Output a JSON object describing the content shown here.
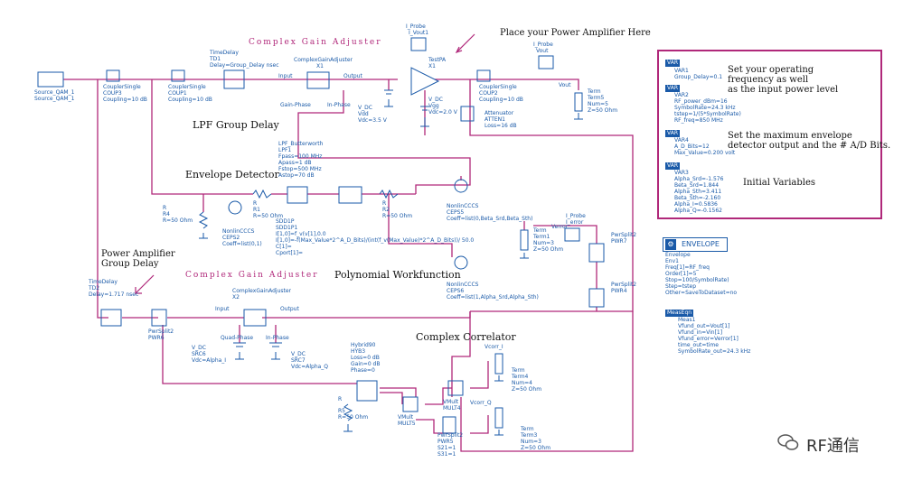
{
  "labels": {
    "cga_top_title": "Complex Gain Adjuster",
    "cga_bottom_title": "Complex Gain Adjuster",
    "place_pa": "Place your Power Amplifier Here",
    "lpf_group_delay": "LPF Group Delay",
    "envelope_detector": "Envelope Detector",
    "pa_group_delay_1": "Power Amplifier",
    "pa_group_delay_2": "Group Delay",
    "poly_workfunction": "Polynomial Workfunction",
    "complex_correlator": "Complex Correlator",
    "set_freq_1": "Set your operating",
    "set_freq_2": "frequency as well",
    "set_freq_3": "as the input power level",
    "set_env_1": "Set the maximum envelope",
    "set_env_2": "detector output and the # A/D Bits.",
    "initial_vars": "Initial    Variables"
  },
  "components": {
    "source": [
      "Source_QAM_1",
      "Source_QAM_1"
    ],
    "coupler1": [
      "CouplerSingle",
      "COUP3",
      "Coupling=10 dB"
    ],
    "coupler2": [
      "CouplerSingle",
      "COUP1",
      "Coupling=10 dB"
    ],
    "timedelay1": [
      "TimeDelay",
      "TD1",
      "Delay=Group_Delay nsec"
    ],
    "cga1": [
      "ComplexGainAdjuster",
      "X1",
      "Input",
      "Output",
      "Gain-Phase",
      "In-Phase"
    ],
    "probe_top": [
      "I_Probe",
      "I_Vout1"
    ],
    "testpa": [
      "TestPA",
      "X1"
    ],
    "vdc_vdd": [
      "V_DC",
      "Vdd",
      "Vdc=3.5 V"
    ],
    "vdc_vgg": [
      "V_DC",
      "Vgg",
      "Vdc=2.0 V"
    ],
    "coupler3": [
      "CouplerSingle",
      "COUP2",
      "Coupling=10 dB"
    ],
    "atten": [
      "Attenuator",
      "ATTEN1",
      "Loss=16 dB"
    ],
    "probe_right": [
      "I_Probe",
      "Vout"
    ],
    "term_out": [
      "Term",
      "Term5",
      "Num=5",
      "Z=50 Ohm"
    ],
    "vout": "Vout",
    "lpf": [
      "LPF_Butterworth",
      "LPF1",
      "Fpass=100 MHz",
      "Apass=1 dB",
      "Fstop=500 MHz",
      "Astop=70 dB"
    ],
    "r4": [
      "R",
      "R4",
      "R=50 Ohm"
    ],
    "r1": [
      "R",
      "R1",
      "R=50 Ohm"
    ],
    "r2": [
      "R",
      "R2",
      "R=50 Ohm"
    ],
    "ceps2": [
      "NonlinCCCS",
      "CEPS2",
      "Coeff=list(0,1)"
    ],
    "ceps5": [
      "NonlinCCCS",
      "CEPS5",
      "Coeff=list(0,Beta_Srd,Beta_Sth)"
    ],
    "sdd1p": [
      "SDD1P",
      "SDD1P1",
      "I[1,0]=f_v(v[1],0.0",
      "I[1,0]=-f(Max_Value*2^A_D_Bits)/(int(f_v(Max_Value)*2^A_D_Bits))/ 50.0",
      "C[1]=",
      "Cport[1]="
    ],
    "ceps6": [
      "NonlinCCCS",
      "CEPS6",
      "Coeff=list(1,Alpha_Srd,Alpha_Sth)"
    ],
    "probe_err": [
      "I_Probe",
      "I_error"
    ],
    "term1": [
      "Term",
      "Term1",
      "Num=3",
      "Z=50 Ohm"
    ],
    "pwrsplit7": [
      "PwrSplit2",
      "PWR7"
    ],
    "pwrsplit4": [
      "PwrSplit2",
      "PWR4"
    ],
    "timedelay2": [
      "TimeDelay",
      "TD2",
      "Delay=1.717 nsec"
    ],
    "pwrsplit6": [
      "PwrSplit2",
      "PWR6"
    ],
    "cga2": [
      "ComplexGainAdjuster",
      "X2",
      "Input",
      "Output",
      "Quad-Phase",
      "In-Phase"
    ],
    "vdc_src6": [
      "V_DC",
      "SRC6",
      "Vdc=Alpha_I"
    ],
    "vdc_src7": [
      "V_DC",
      "SRC7",
      "Vdc=Alpha_Q"
    ],
    "hybrid": [
      "Hybrid90",
      "HYB3",
      "Loss=0 dB",
      "Gain=0 dB",
      "Phase=0"
    ],
    "r5": [
      "R",
      "R5",
      "R=50 Ohm"
    ],
    "mult5": [
      "VMult",
      "MULT5"
    ],
    "mult4": [
      "VMult",
      "MULT4"
    ],
    "term4": [
      "Term",
      "Term4",
      "Num=4",
      "Z=50 Ohm"
    ],
    "term3": [
      "Term",
      "Term3",
      "Num=3",
      "Z=50 Ohm"
    ],
    "pwrsplit5": [
      "PwrSplit2",
      "PWR5",
      "S21=1",
      "S31=1"
    ],
    "vcorr_i": "Vcorr_I",
    "vcorr_q": "Vcorr_Q",
    "verror": "Verror"
  },
  "vars": {
    "var1": [
      "VAR",
      "VAR1",
      "Group_Delay=0.1"
    ],
    "var2": [
      "VAR",
      "VAR2",
      "RF_power_dBm=16",
      "SymbolRate=24.3 kHz",
      "tstep=1/(5*SymbolRate)",
      "RF_freq=850 MHz"
    ],
    "var4": [
      "VAR",
      "VAR4",
      "A_D_Bits=12",
      "Max_Value=0.200 volt"
    ],
    "var3": [
      "VAR",
      "VAR3",
      "Alpha_Srd=-1.576",
      "Beta_Srd=1.844",
      "Alpha_Sth=3.411",
      "Beta_Sth=-2.160",
      "Alpha_I=0.5836",
      "Alpha_Q=-0.1562"
    ]
  },
  "envelope": {
    "button_label": "ENVELOPE",
    "lines": [
      "Envelope",
      "Env1",
      "Freq[1]=RF_freq",
      "Order[1]=5",
      "Stop=100/SymbolRate)",
      "Step=tstep",
      "Other=SaveToDataset=no"
    ]
  },
  "meas": {
    "lines": [
      "MeasEqn",
      "Meas1",
      "Vfund_out=Vout[1]",
      "Vfund_in=Vin[1]",
      "Vfund_error=Verror[1]",
      "time_out=time",
      "SymbolRate_out=24.3 kHz"
    ]
  },
  "watermark": "RF通信",
  "colors": {
    "wire": "#b0287a",
    "component": "#1a5aa8",
    "annotation": "#111111"
  }
}
